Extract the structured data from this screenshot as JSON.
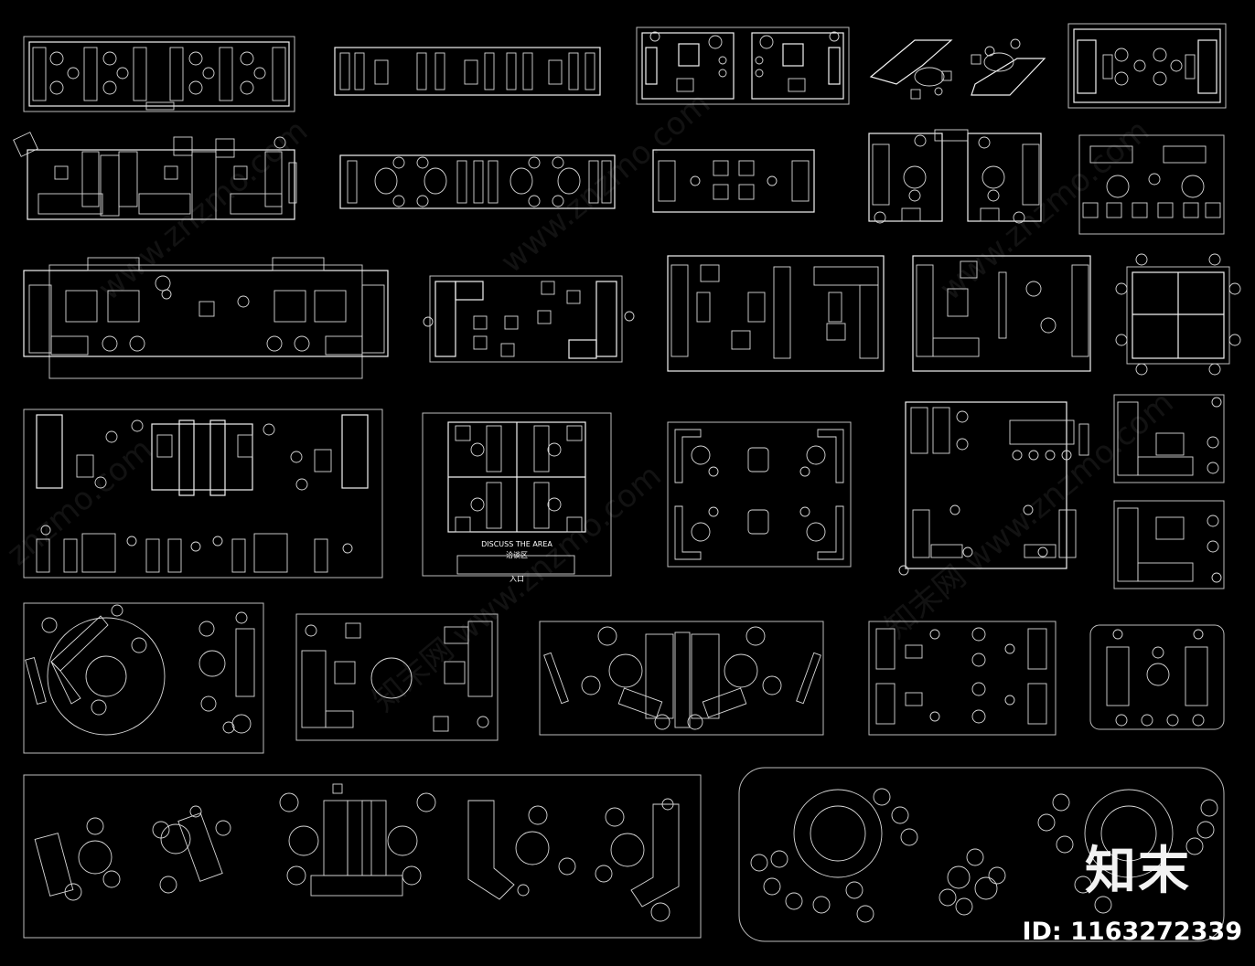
{
  "watermarks": {
    "brand": "知末",
    "image_id": "ID: 1163272339",
    "diagonal_1": "www.znzmo.com",
    "diagonal_2": "知末网 www.znzmo.com",
    "diagonal_3": "znzmo.com"
  },
  "labels": {
    "discuss_area": "DISCUSS THE AREA",
    "discuss_area_cn": "洽谈区",
    "entrance_cn": "入口"
  },
  "colors": {
    "background": "#000000",
    "linework": "#f2f2f2",
    "frame": "#bdbdbd"
  }
}
